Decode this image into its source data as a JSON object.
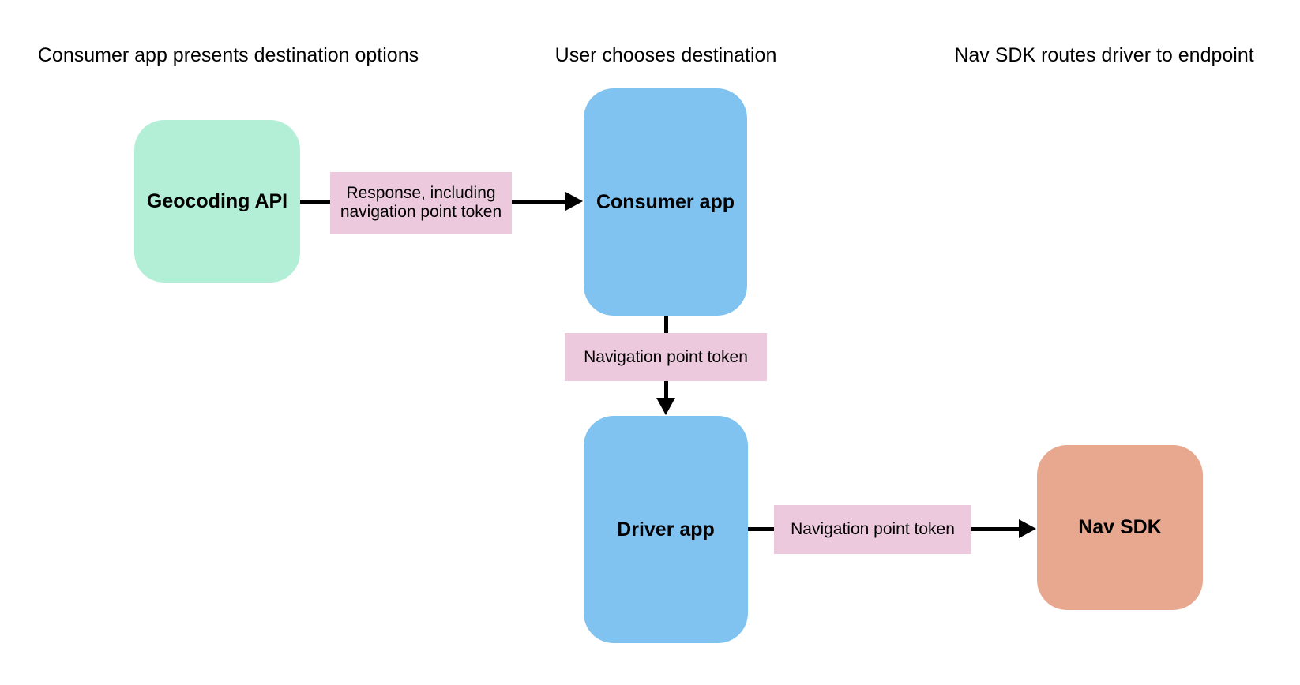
{
  "diagram": {
    "background": "#ffffff",
    "arrow_color": "#000000",
    "edge_label_fill": "#edc9de",
    "columns": [
      {
        "header": "Consumer app presents destination options"
      },
      {
        "header": "User chooses destination"
      },
      {
        "header": "Nav SDK routes driver to endpoint"
      }
    ],
    "nodes": [
      {
        "id": "geocoding-api",
        "label": "Geocoding API",
        "fill": "#b2efd6"
      },
      {
        "id": "consumer-app",
        "label": "Consumer app",
        "fill": "#80c3f0"
      },
      {
        "id": "driver-app",
        "label": "Driver app",
        "fill": "#80c3f0"
      },
      {
        "id": "nav-sdk",
        "label": "Nav SDK",
        "fill": "#e8a88f"
      }
    ],
    "edges": [
      {
        "from": "geocoding-api",
        "to": "consumer-app",
        "direction": "right",
        "label": "Response, including navigation point token"
      },
      {
        "from": "consumer-app",
        "to": "driver-app",
        "direction": "down",
        "label": "Navigation point token"
      },
      {
        "from": "driver-app",
        "to": "nav-sdk",
        "direction": "right",
        "label": "Navigation point token"
      }
    ]
  }
}
